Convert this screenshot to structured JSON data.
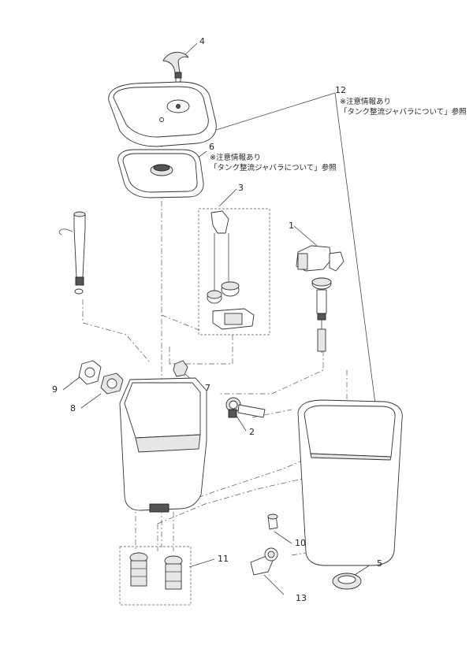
{
  "callouts": {
    "c1": "1",
    "c2": "2",
    "c3": "3",
    "c4": "4",
    "c5": "5",
    "c6": "6",
    "c7": "7",
    "c8": "8",
    "c9": "9",
    "c10": "10",
    "c11": "11",
    "c12": "12",
    "c13": "13"
  },
  "notes": {
    "n12_line1": "※注意情報あり",
    "n12_line2": "「タンク整流ジャバラについて」参照",
    "n6_line1": "※注意情報あり",
    "n6_line2": "「タンク整流ジャバラについて」参照"
  }
}
